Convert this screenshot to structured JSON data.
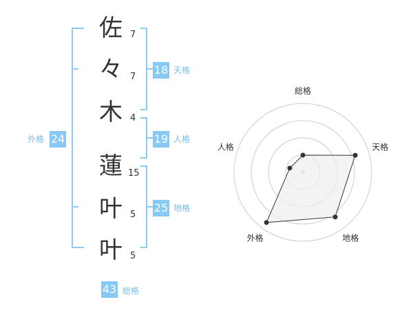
{
  "name_chars": [
    {
      "char": "佐",
      "strokes": "7"
    },
    {
      "char": "々",
      "strokes": "7"
    },
    {
      "char": "木",
      "strokes": "4"
    },
    {
      "char": "蓮",
      "strokes": "15"
    },
    {
      "char": "叶",
      "strokes": "5"
    },
    {
      "char": "叶",
      "strokes": "5"
    }
  ],
  "tenkaku": {
    "value": "18",
    "label": "天格"
  },
  "jinkaku": {
    "value": "19",
    "label": "人格"
  },
  "chikaku": {
    "value": "25",
    "label": "地格"
  },
  "gaikaku": {
    "value": "24",
    "label": "外格"
  },
  "soukaku": {
    "value": "43",
    "label": "総格"
  },
  "chart_data": {
    "type": "radar",
    "axes": [
      "総格",
      "天格",
      "地格",
      "外格",
      "人格"
    ],
    "values": [
      0.25,
      0.8,
      0.8,
      0.9,
      0.2
    ],
    "max": 1,
    "rings": 4,
    "colors": {
      "fill": "#eeeeee",
      "stroke": "#333333",
      "grid": "#cccccc",
      "point": "#333333"
    }
  }
}
